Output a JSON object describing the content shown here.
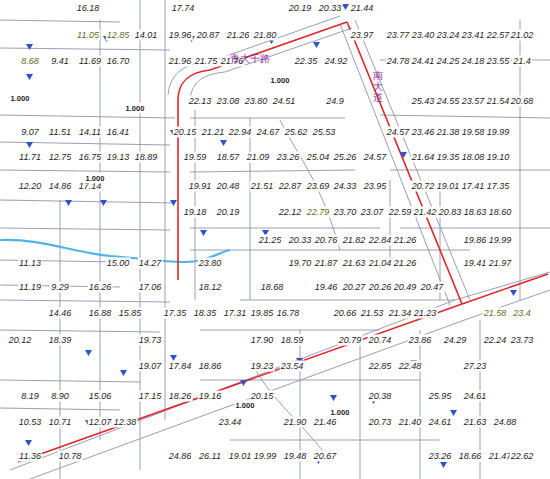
{
  "diagram": {
    "labels": [
      "16.18",
      "17.74",
      "20.19",
      "20.33",
      "21.44",
      "11.05",
      "12.85",
      "14.01",
      "19.96",
      "20.87",
      "21.26",
      "21.80",
      "23.97",
      "23.77",
      "23.40",
      "23.24",
      "23.41",
      "22.57",
      "21.02",
      "8.68",
      "9.41",
      "11.69",
      "16.70",
      "21.96",
      "21.75",
      "21.76",
      "22.35",
      "24.92",
      "24.78",
      "24.41",
      "24.25",
      "24.18",
      "23.55",
      "21.4",
      "22.13",
      "23.08",
      "23.80",
      "24.51",
      "24.9",
      "25.43",
      "24.55",
      "23.57",
      "21.54",
      "20.68",
      "9.07",
      "11.51",
      "14.11",
      "16.41",
      "20.15",
      "21.21",
      "22.94",
      "24.67",
      "25.62",
      "25.53",
      "24.57",
      "23.46",
      "21.38",
      "19.58",
      "19.99",
      "11.71",
      "12.75",
      "16.75",
      "19.13",
      "18.89",
      "19.59",
      "18.57",
      "21.09",
      "23.26",
      "25.04",
      "25.26",
      "24.57",
      "21.64",
      "19.35",
      "18.08",
      "19.10",
      "12.20",
      "14.86",
      "17.14",
      "19.91",
      "20.48",
      "21.51",
      "22.87",
      "23.69",
      "24.33",
      "23.95",
      "20.72",
      "19.01",
      "17.41",
      "17.35",
      "19.18",
      "20.19",
      "22.12",
      "22.79",
      "23.70",
      "23.07",
      "22.59",
      "21.42",
      "20.83",
      "18.63",
      "18.60",
      "21.25",
      "20.33",
      "20.76",
      "21.82",
      "22.84",
      "21.26",
      "19.86",
      "19.99",
      "11.13",
      "15.00",
      "14.27",
      "23.80",
      "19.70",
      "21.87",
      "21.63",
      "21.04",
      "21.26",
      "19.41",
      "21.97",
      "11.19",
      "9.29",
      "16.26",
      "17.06",
      "18.12",
      "18.68",
      "19.46",
      "20.27",
      "20.26",
      "20.49",
      "20.47",
      "14.46",
      "16.88",
      "15.85",
      "17.35",
      "18.35",
      "17.31",
      "19.85",
      "16.78",
      "20.66",
      "21.53",
      "21.34",
      "21.23",
      "21.58",
      "23.4",
      "20.12",
      "18.39",
      "19.73",
      "17.90",
      "18.59",
      "20.79",
      "20.74",
      "23.86",
      "24.29",
      "22.24",
      "23.73",
      "19.07",
      "17.84",
      "18.86",
      "19.23",
      "23.54",
      "22.85",
      "22.48",
      "27.23",
      "8.19",
      "8.90",
      "15.06",
      "17.15",
      "18.26",
      "19.16",
      "20.15",
      "20.38",
      "25.95",
      "24.61",
      "10.53",
      "10.71",
      "12.07",
      "12.38",
      "23.44",
      "21.90",
      "21.46",
      "20.73",
      "21.40",
      "24.61",
      "21.63",
      "24.88",
      "11.36",
      "10.78",
      "24.86",
      "26.11",
      "19.01",
      "19.99",
      "19.48",
      "20.67",
      "23.26",
      "18.66",
      "21.47",
      "22.62",
      "青大干路",
      "南大道",
      "1.000",
      "1.000",
      "1.000",
      "1.000",
      "1.000",
      "1.000"
    ]
  }
}
